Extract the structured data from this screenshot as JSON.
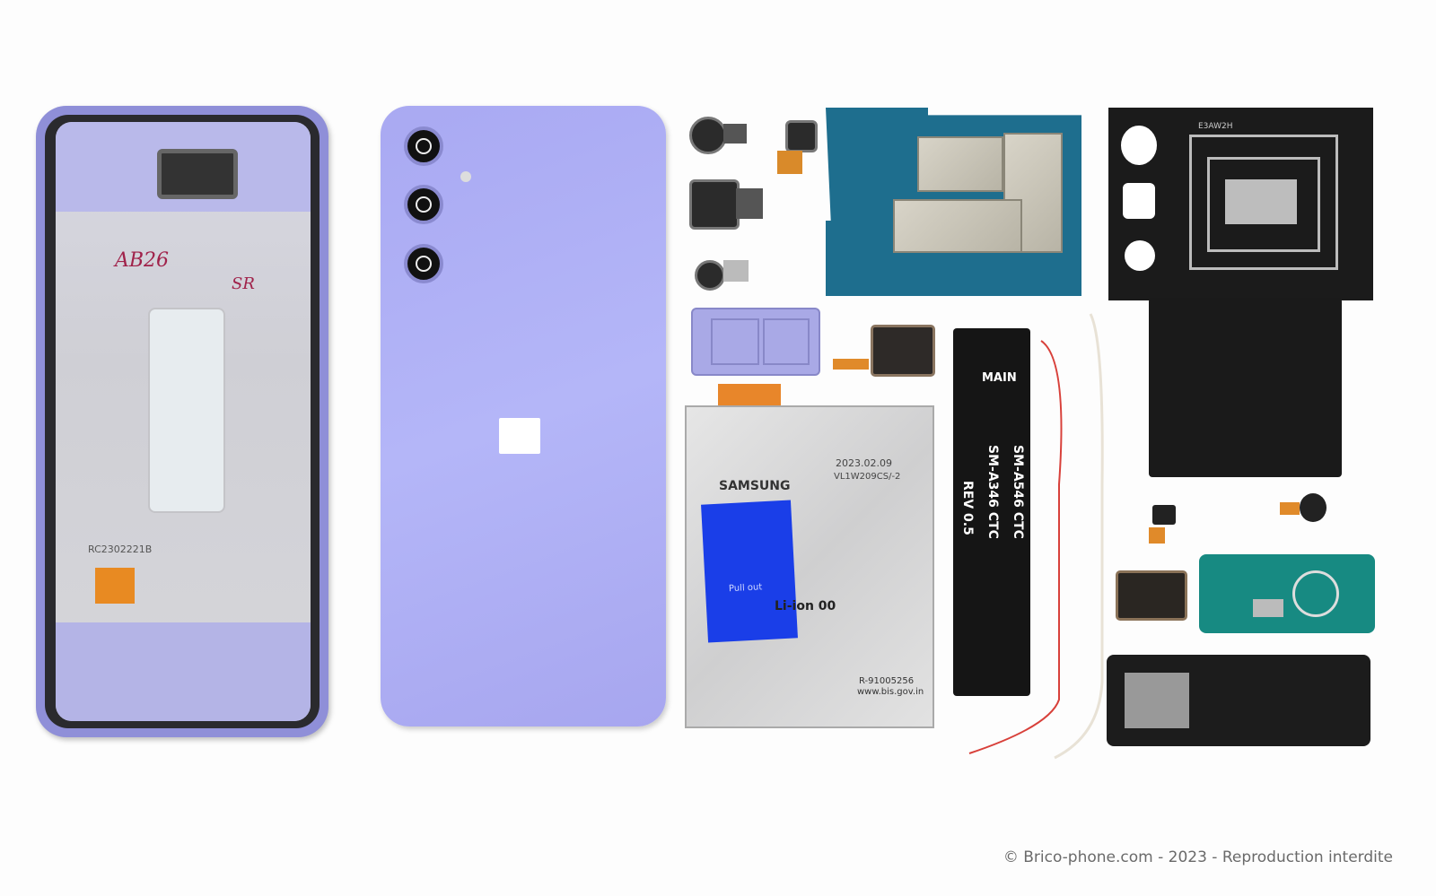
{
  "photo": {
    "watermark": "© Brico-phone.com - 2023 - Reproduction interdite",
    "frame": {
      "handwriting": "AB26",
      "tag": "SR",
      "code": "RC2302221B"
    },
    "battery": {
      "brand": "SAMSUNG",
      "date": "2023.02.09",
      "code": "VL1W209CS/-2",
      "type": "Li-ion 00",
      "pull_tab": "Pull out",
      "cert": "R-91005256",
      "site": "www.bis.gov.in"
    },
    "flex_cable": {
      "main": "MAIN",
      "model_a": "SM-A346 CTC",
      "model_b": "SM-A546 CTC",
      "rev": "REV 0.5"
    },
    "nfc_plate": {
      "code": "E3AW2H"
    },
    "colors": {
      "back_cover": "#aeaff4",
      "board": "#1e6e8e",
      "battery_tab": "#1a3ee8"
    }
  }
}
